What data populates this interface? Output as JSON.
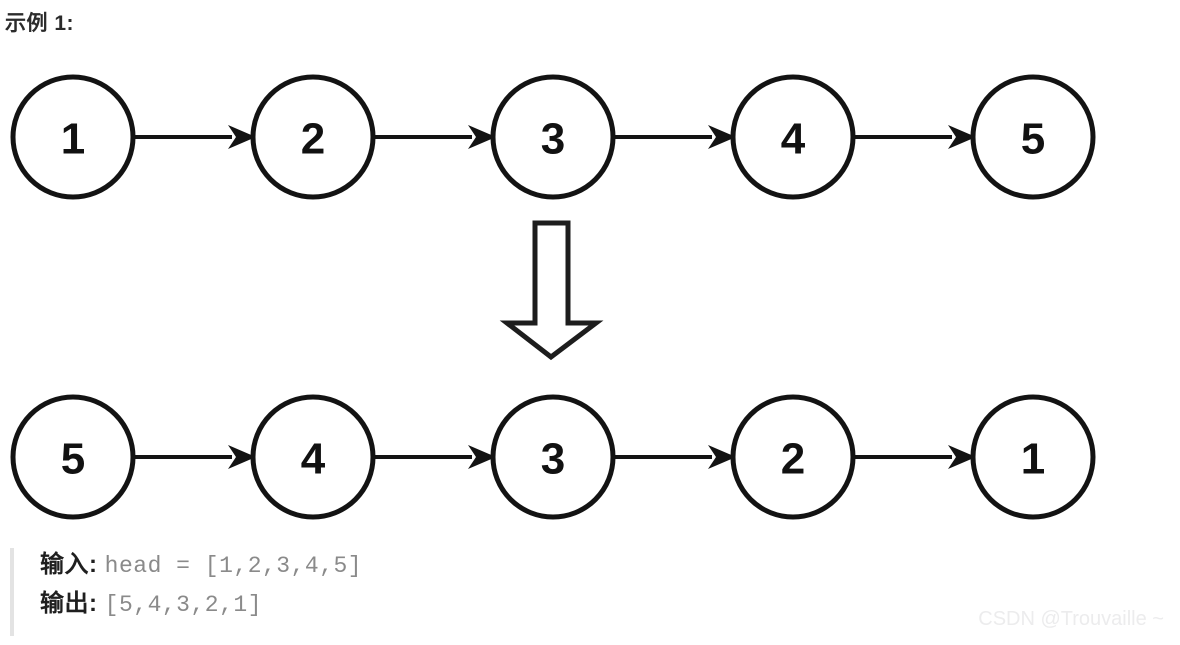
{
  "title": "示例 1:",
  "diagram": {
    "type": "linked-list-reversal",
    "top_row": {
      "name": "original-list",
      "nodes": [
        "1",
        "2",
        "3",
        "4",
        "5"
      ],
      "arrow_count": 4
    },
    "bottom_row": {
      "name": "reversed-list",
      "nodes": [
        "5",
        "4",
        "3",
        "2",
        "1"
      ],
      "arrow_count": 4
    },
    "transform_arrow": {
      "direction": "down",
      "style": "hollow-block"
    },
    "colors": {
      "stroke": "#131313",
      "fill": "#ffffff",
      "label": "#111111"
    }
  },
  "io": {
    "input_label": "输入:",
    "input_value": "head = [1,2,3,4,5]",
    "output_label": "输出:",
    "output_value": "[5,4,3,2,1]"
  },
  "watermark": "CSDN @Trouvaille ~"
}
